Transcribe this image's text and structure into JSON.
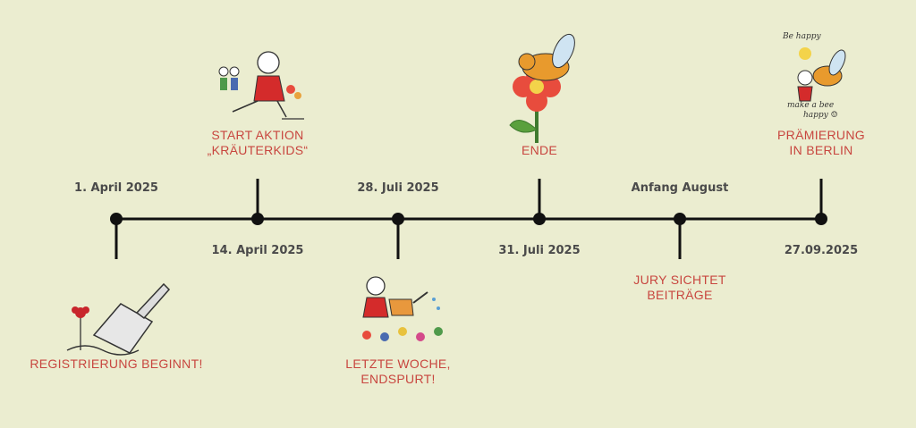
{
  "timeline": {
    "events": [
      {
        "date": "1. April 2025",
        "label": [
          "REGISTRIERUNG BEGINNT!"
        ]
      },
      {
        "date": "14. April 2025",
        "label": [
          "START AKTION",
          "„KRÄUTERKIDS“"
        ]
      },
      {
        "date": "28. Juli 2025",
        "label": [
          "LETZTE WOCHE,",
          "ENDSPURT!"
        ]
      },
      {
        "date": "31. Juli 2025",
        "label": [
          "ENDE"
        ]
      },
      {
        "date": "Anfang August",
        "label": [
          "JURY SICHTET",
          "BEITRÄGE"
        ]
      },
      {
        "date": "27.09.2025",
        "label": [
          "PRÄMIERUNG",
          "IN BERLIN"
        ]
      }
    ]
  },
  "illustrations": {
    "bee_note_line1": "Be happy",
    "bee_note_line2": "make a bee",
    "bee_note_line3": "happy ☺"
  },
  "colors": {
    "background": "#ebedd0",
    "accent": "#c8463f",
    "line": "#111111",
    "date_text": "#4a4a4a"
  }
}
